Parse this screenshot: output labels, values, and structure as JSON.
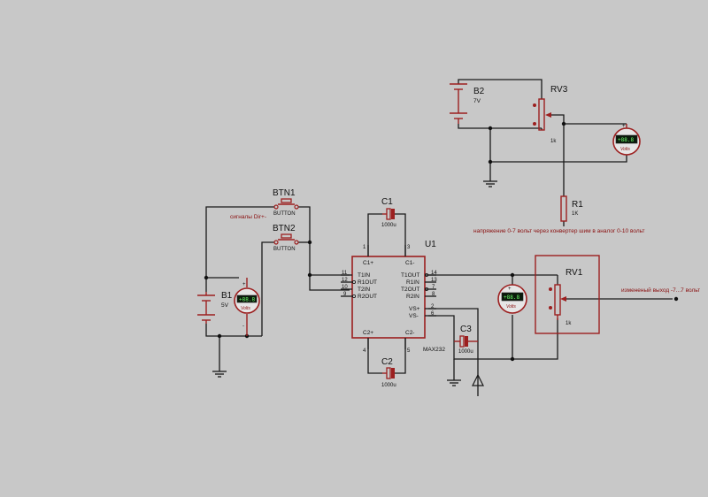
{
  "schematic": {
    "components": {
      "btn1": {
        "ref": "BTN1",
        "value": "BUTTON"
      },
      "btn2": {
        "ref": "BTN2",
        "value": "BUTTON"
      },
      "b1": {
        "ref": "B1",
        "value": "5V"
      },
      "b2": {
        "ref": "B2",
        "value": "7V"
      },
      "c1": {
        "ref": "C1",
        "value": "1000u"
      },
      "c2": {
        "ref": "C2",
        "value": "1000u"
      },
      "c3": {
        "ref": "C3",
        "value": "1000u"
      },
      "rv1": {
        "ref": "RV1",
        "value": "1k"
      },
      "rv3": {
        "ref": "RV3",
        "value": "1k"
      },
      "r1": {
        "ref": "R1",
        "value": "1K"
      },
      "u1": {
        "ref": "U1",
        "value": "MAX232"
      },
      "voltmeter": {
        "unit": "Volts",
        "reading": "+88.8"
      }
    },
    "u1_pins": {
      "left": [
        {
          "num": "11",
          "name": "T1IN"
        },
        {
          "num": "12",
          "name": "R1OUT"
        },
        {
          "num": "10",
          "name": "T2IN"
        },
        {
          "num": "9",
          "name": "R2OUT"
        }
      ],
      "right": [
        {
          "num": "14",
          "name": "T1OUT"
        },
        {
          "num": "13",
          "name": "R1IN"
        },
        {
          "num": "7",
          "name": "T2OUT"
        },
        {
          "num": "8",
          "name": "R2IN"
        }
      ],
      "supply": [
        {
          "num": "2",
          "name": "VS+"
        },
        {
          "num": "6",
          "name": "VS-"
        }
      ],
      "top": [
        {
          "num": "1",
          "name": "C1+"
        },
        {
          "num": "3",
          "name": "C1-"
        }
      ],
      "bottom": [
        {
          "num": "4",
          "name": "C2+"
        },
        {
          "num": "5",
          "name": "C2-"
        }
      ]
    },
    "annotations": {
      "signals": "сигналы Dir+-",
      "converter_note": "напряжение 0-7 вольт через конвертер  шим в аналог 0-10 вольт",
      "output_note": "измененый выход -7...7 вольт"
    },
    "meter_plus": "+",
    "meter_minus": "-"
  }
}
